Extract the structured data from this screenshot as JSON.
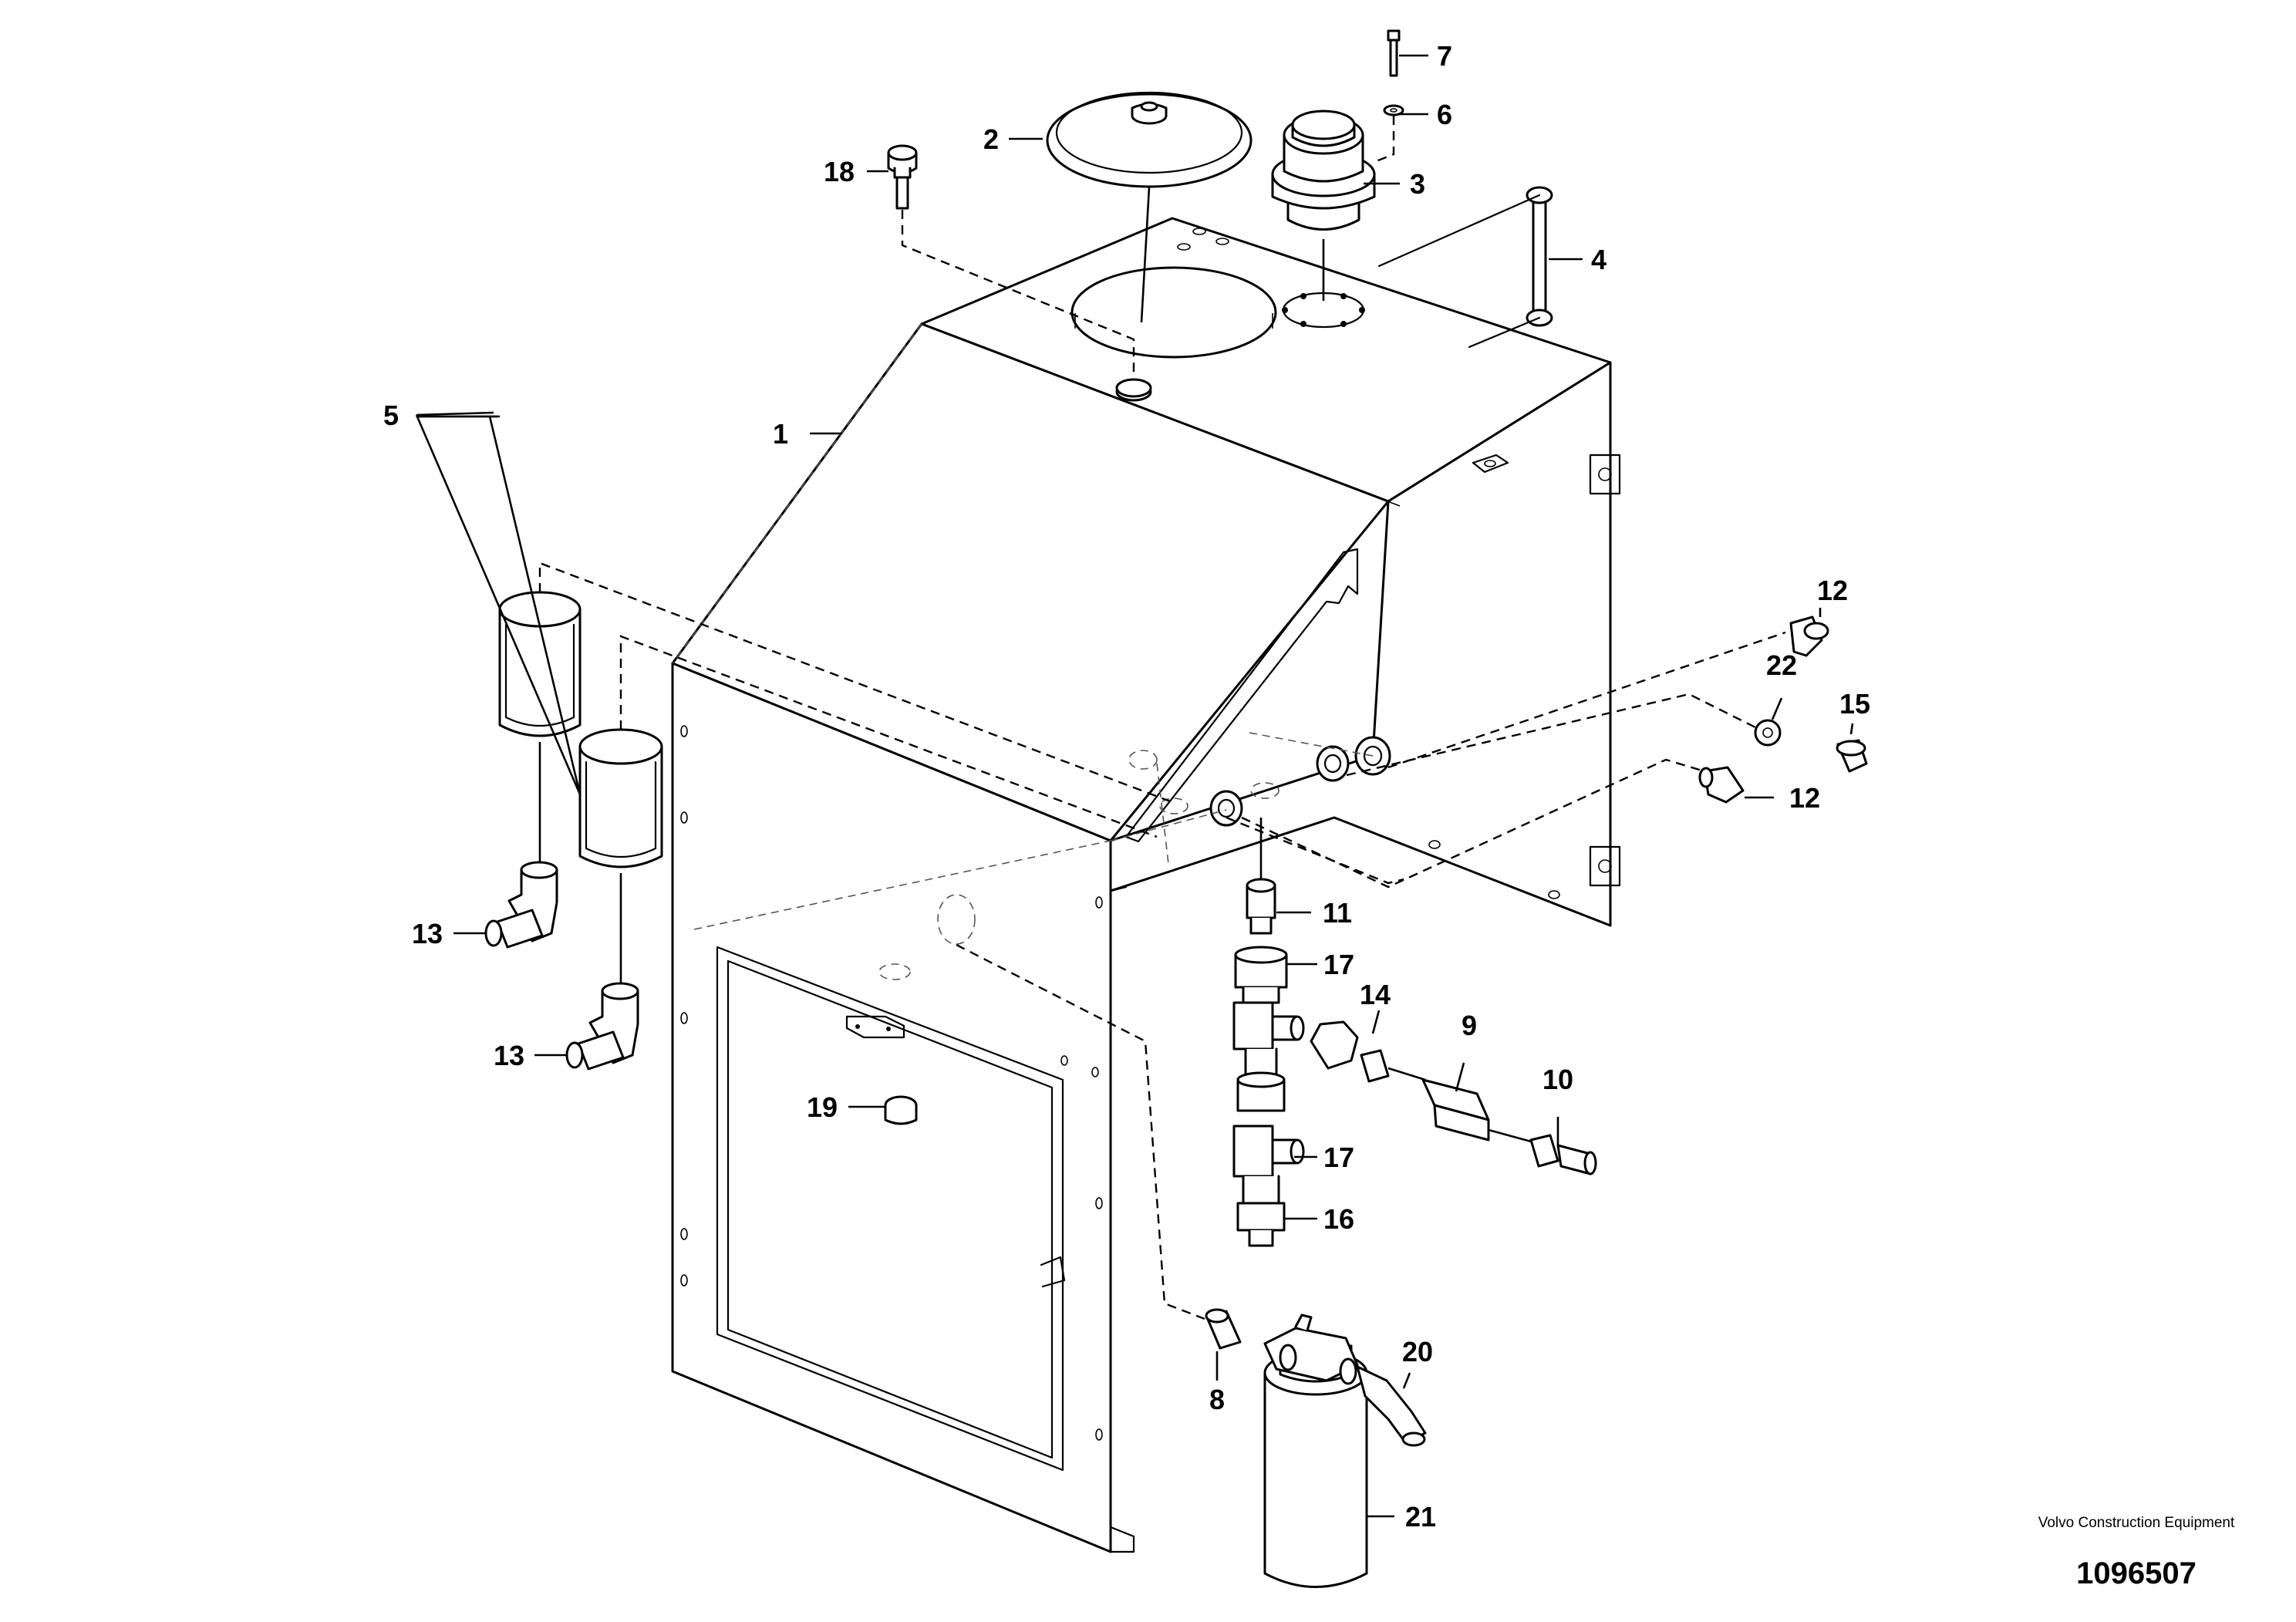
{
  "callouts": [
    "1",
    "2",
    "3",
    "4",
    "5",
    "6",
    "7",
    "8",
    "9",
    "10",
    "11",
    "12",
    "12",
    "13",
    "13",
    "14",
    "15",
    "16",
    "17",
    "17",
    "18",
    "19",
    "20",
    "21",
    "22"
  ],
  "company": "Volvo Construction Equipment",
  "document_number": "1096507",
  "colors": {
    "line": "#000000",
    "background": "#ffffff"
  }
}
